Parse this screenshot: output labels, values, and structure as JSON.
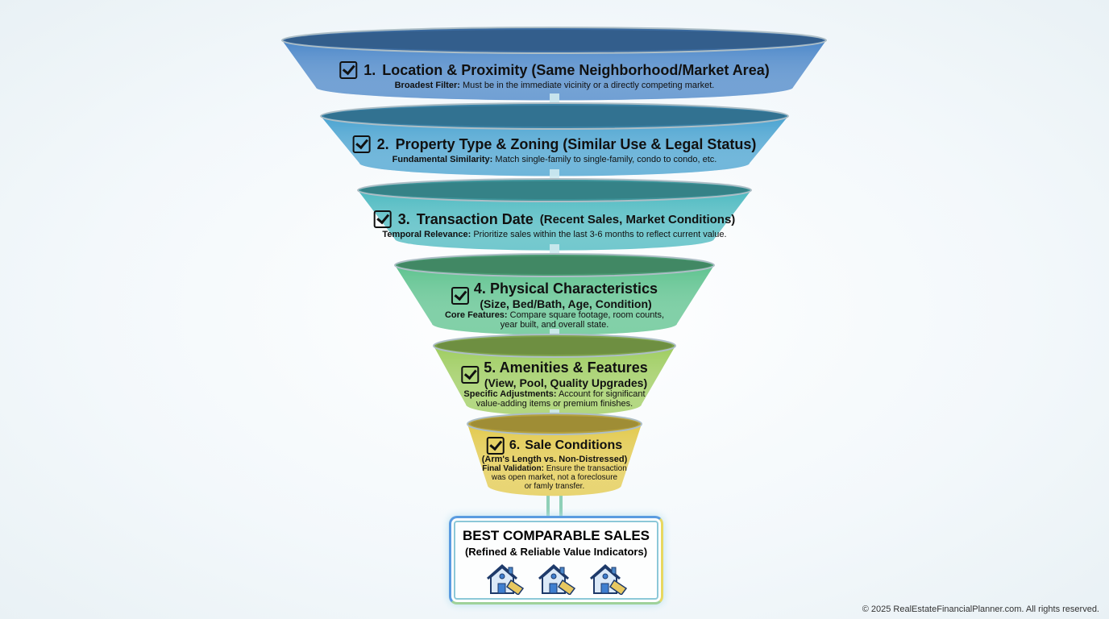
{
  "tiers": [
    {
      "number": "1.",
      "title": "Location & Proximity (Same Neighborhood/Market Area)",
      "desc_label": "Broadest Filter:",
      "desc": " Must be in the immediate vicinity or a directly competing market.",
      "color": "#4a86c8"
    },
    {
      "number": "2.",
      "title": "Property Type & Zoning (Similar Use & Legal Status)",
      "desc_label": "Fundamental Similarity:",
      "desc": " Match single-family to single-family, condo to condo, etc.",
      "color": "#48a2d0"
    },
    {
      "number": "3.",
      "title": "Transaction Date",
      "subtitle": "(Recent Sales, Market Conditions)",
      "desc_label": "Temporal Relevance:",
      "desc": " Prioritize sales within the last 3-6 months to reflect current value.",
      "color": "#4cb9c0"
    },
    {
      "number": "4.",
      "title": "Physical Characteristics",
      "subtitle": "(Size, Bed/Bath, Age, Condition)",
      "desc_label": "Core Features:",
      "desc": " Compare square footage, room counts,",
      "desc2": "year built, and overall state.",
      "color": "#5dc28e"
    },
    {
      "number": "5.",
      "title": "Amenities & Features",
      "subtitle": "(View, Pool, Quality Upgrades)",
      "desc_label": "Specific Adjustments:",
      "desc": " Account for significant",
      "desc2": "value-adding items or premium finishes.",
      "color": "#9dcc5e"
    },
    {
      "number": "6.",
      "title": "Sale Conditions",
      "subtitle": "(Arm's Length vs. Non-Distressed)",
      "desc_label": "Final Validation:",
      "desc": " Ensure the transaction",
      "desc2": "was open market, not a foreclosure",
      "desc3": "or famly transfer.",
      "color": "#e2c94c"
    }
  ],
  "result": {
    "title": "BEST COMPARABLE SALES",
    "subtitle": "(Refined & Reliable Value Indicators)",
    "icons": [
      "house-tag-icon",
      "house-tag-icon",
      "house-tag-icon"
    ]
  },
  "copyright": "© 2025 RealEstateFinancialPlanner.com. All rights reserved."
}
